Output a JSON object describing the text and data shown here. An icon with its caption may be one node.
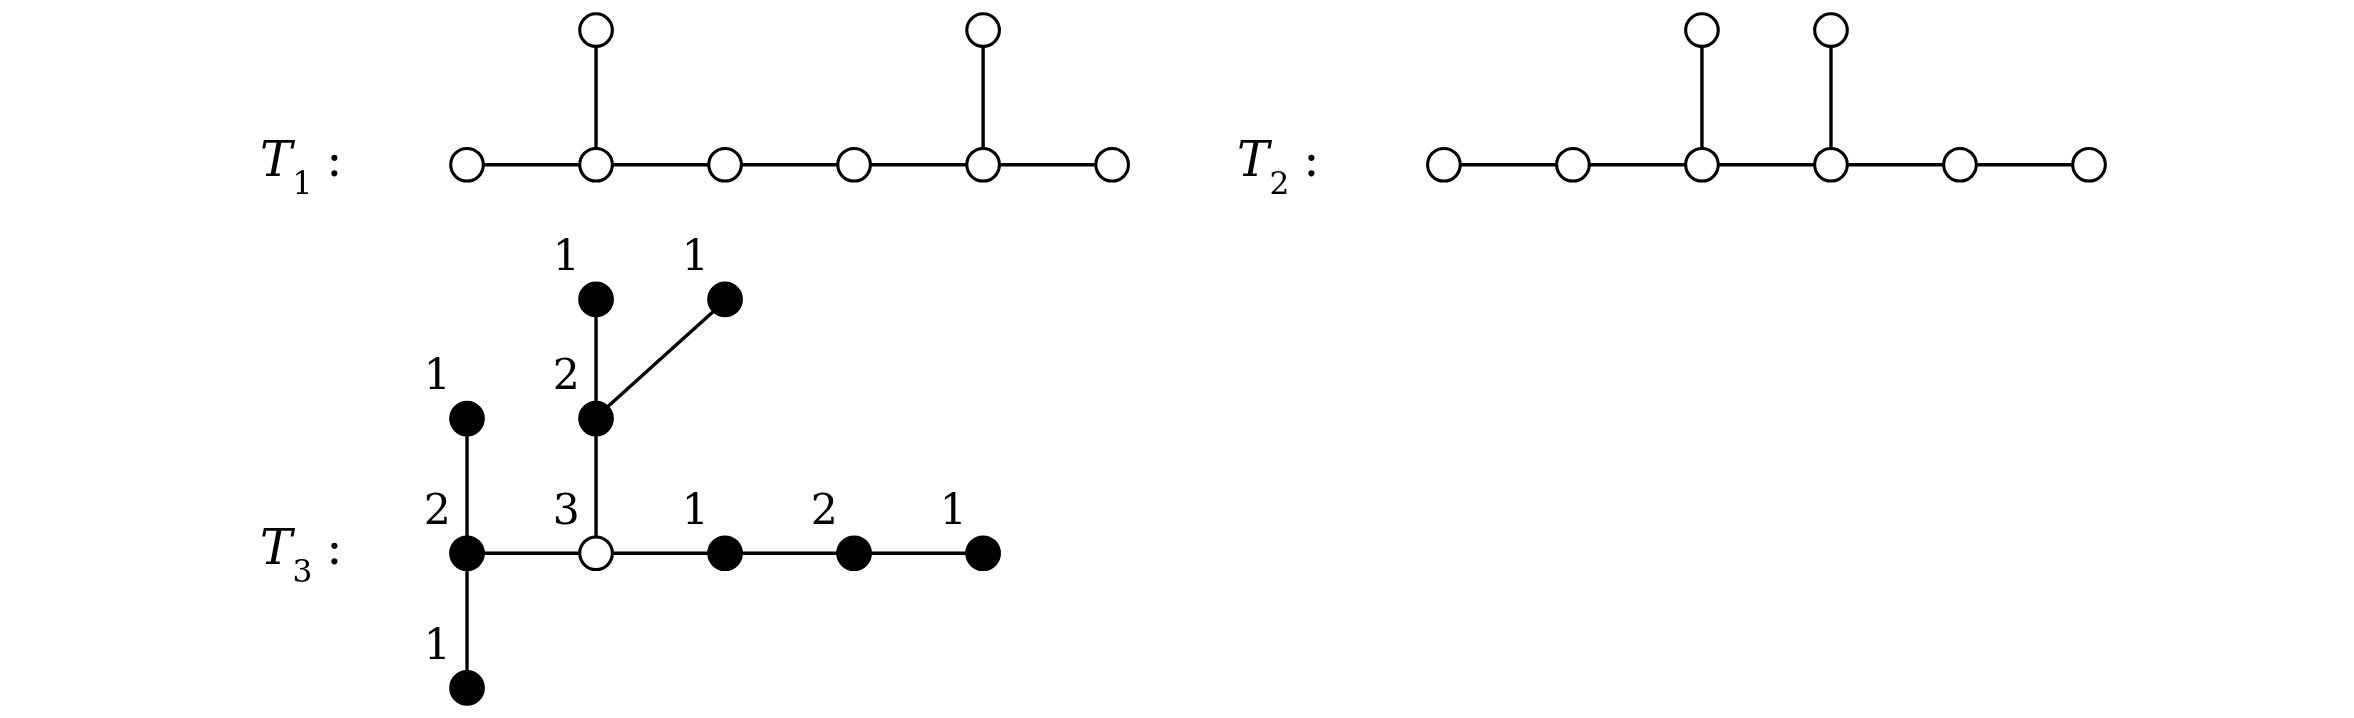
{
  "diagram": {
    "nodes": [
      {
        "text": [],
        "shape": "circle"
      },
      {
        "text": [],
        "shape": "circle"
      },
      {
        "text": [],
        "shape": "circle"
      },
      {
        "text": [],
        "shape": "circle"
      },
      {
        "text": [],
        "shape": "circle"
      },
      {
        "text": [],
        "shape": "circle"
      },
      {
        "text": [],
        "shape": "circle"
      },
      {
        "text": [],
        "shape": "circle"
      },
      {
        "text": [],
        "shape": "circle"
      },
      {
        "text": [],
        "shape": "circle"
      },
      {
        "text": [],
        "shape": "circle"
      },
      {
        "text": [],
        "shape": "circle"
      },
      {
        "text": [],
        "shape": "circle"
      },
      {
        "text": [],
        "shape": "circle"
      },
      {
        "text": [],
        "shape": "circle"
      },
      {
        "text": [],
        "shape": "circle"
      },
      {
        "text": [],
        "shape": "circle",
        "beside": [
          "1"
        ]
      },
      {
        "text": [],
        "shape": "circle",
        "beside": [
          "1"
        ]
      },
      {
        "text": [],
        "shape": "circle",
        "beside": [
          "2"
        ]
      },
      {
        "text": [],
        "shape": "circle",
        "beside": [
          "1"
        ]
      },
      {
        "text": [],
        "shape": "circle",
        "beside": [
          "2"
        ]
      },
      {
        "text": [],
        "shape": "circle",
        "beside": [
          "3"
        ]
      },
      {
        "text": [],
        "shape": "circle",
        "beside": [
          "1"
        ]
      },
      {
        "text": [],
        "shape": "circle",
        "beside": [
          "2"
        ]
      },
      {
        "text": [],
        "shape": "circle",
        "beside": [
          "1"
        ]
      },
      {
        "text": [],
        "shape": "circle",
        "beside": [
          "1"
        ]
      }
    ],
    "edges": [
      {
        "from": 0,
        "to": 3,
        "arrow": "none"
      },
      {
        "from": 1,
        "to": 6,
        "arrow": "none"
      },
      {
        "from": 2,
        "to": 3,
        "arrow": "none"
      },
      {
        "from": 3,
        "to": 4,
        "arrow": "none"
      },
      {
        "from": 4,
        "to": 5,
        "arrow": "none"
      },
      {
        "from": 5,
        "to": 6,
        "arrow": "none"
      },
      {
        "from": 6,
        "to": 7,
        "arrow": "none"
      },
      {
        "from": 8,
        "to": 12,
        "arrow": "none"
      },
      {
        "from": 9,
        "to": 13,
        "arrow": "none"
      },
      {
        "from": 10,
        "to": 11,
        "arrow": "none"
      },
      {
        "from": 11,
        "to": 12,
        "arrow": "none"
      },
      {
        "from": 12,
        "to": 13,
        "arrow": "none"
      },
      {
        "from": 13,
        "to": 14,
        "arrow": "none"
      },
      {
        "from": 14,
        "to": 15,
        "arrow": "none"
      },
      {
        "from": 16,
        "to": 18,
        "arrow": "none"
      },
      {
        "from": 17,
        "to": 18,
        "arrow": "none"
      },
      {
        "from": 18,
        "to": 21,
        "arrow": "none"
      },
      {
        "from": 19,
        "to": 20,
        "arrow": "none"
      },
      {
        "from": 20,
        "to": 25,
        "arrow": "none"
      },
      {
        "from": 20,
        "to": 21,
        "arrow": "none"
      },
      {
        "from": 21,
        "to": 22,
        "arrow": "none"
      },
      {
        "from": 22,
        "to": 23,
        "arrow": "none"
      },
      {
        "from": 23,
        "to": 24,
        "arrow": "none"
      }
    ],
    "labels": [
      "*T*$_{1}$ :",
      "*T*$_{2}$ :",
      "*T*$_{3}$ :"
    ]
  }
}
